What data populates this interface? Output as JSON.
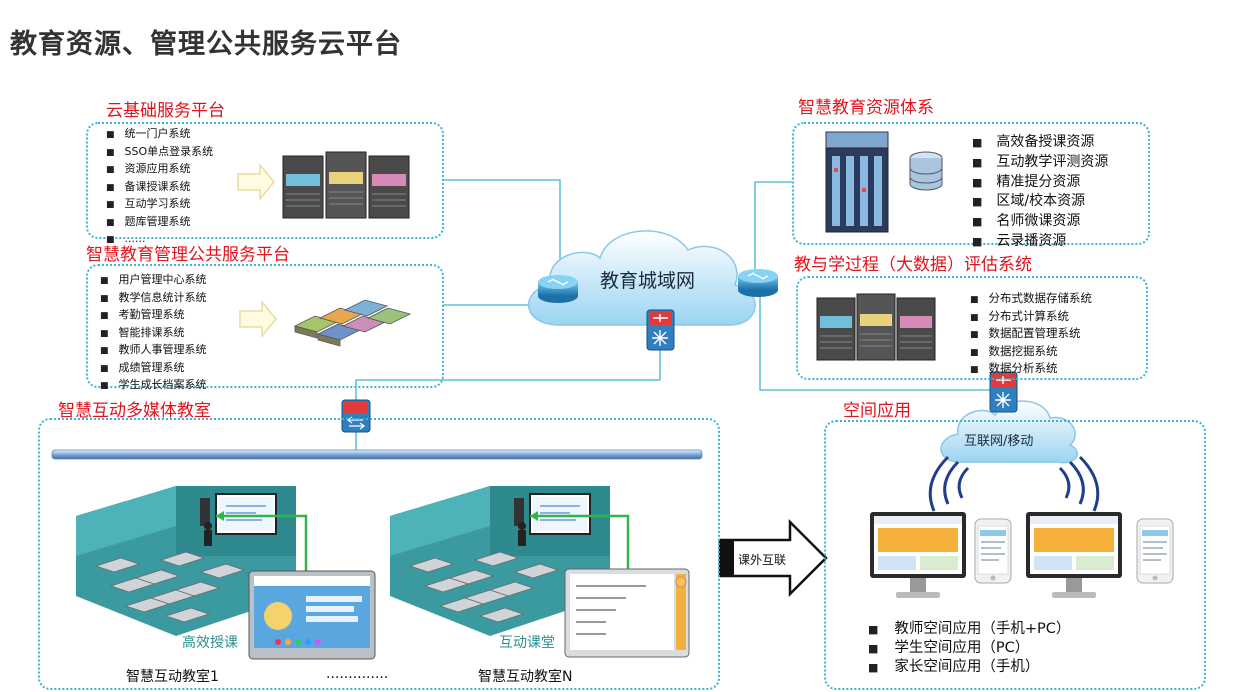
{
  "title": "教育资源、管理公共服务云平台",
  "cloud_base": {
    "title": "云基础服务平台",
    "items": [
      "统一门户系统",
      "SSO单点登录系统",
      "资源应用系统",
      "备课授课系统",
      "互动学习系统",
      "题库管理系统",
      "......"
    ]
  },
  "management": {
    "title": "智慧教育管理公共服务平台",
    "items": [
      "用户管理中心系统",
      "教学信息统计系统",
      "考勤管理系统",
      "智能排课系统",
      "教师人事管理系统",
      "成绩管理系统",
      "学生成长档案系统"
    ]
  },
  "resources": {
    "title": "智慧教育资源体系",
    "items": [
      "高效备授课资源",
      "互动教学评测资源",
      "精准提分资源",
      "区域/校本资源",
      "名师微课资源",
      "云录播资源"
    ]
  },
  "bigdata": {
    "title": "教与学过程（大数据）评估系统",
    "items": [
      "分布式数据存储系统",
      "分布式计算系统",
      "数据配置管理系统",
      "数据挖掘系统",
      "数据分析系统"
    ]
  },
  "network": {
    "cloud_label": "教育城域网",
    "internet_label": "互联网/移动"
  },
  "classroom": {
    "title": "智慧互动多媒体教室",
    "room1_label": "智慧互动教室1",
    "dots": "..............",
    "roomN_label": "智慧互动教室N",
    "room1_screen_caption": "高效授课",
    "roomN_screen_caption": "互动课堂"
  },
  "link": {
    "label": "课外互联"
  },
  "space": {
    "title": "空间应用",
    "items": [
      "教师空间应用（手机+PC）",
      "学生空间应用（PC）",
      "家长空间应用（手机）"
    ]
  },
  "colors": {
    "accent_red": "#e0141e",
    "border_blue": "#3ab3d6",
    "line_blue": "#3ab3d6",
    "cloud_blue": "#9ad4f2"
  }
}
